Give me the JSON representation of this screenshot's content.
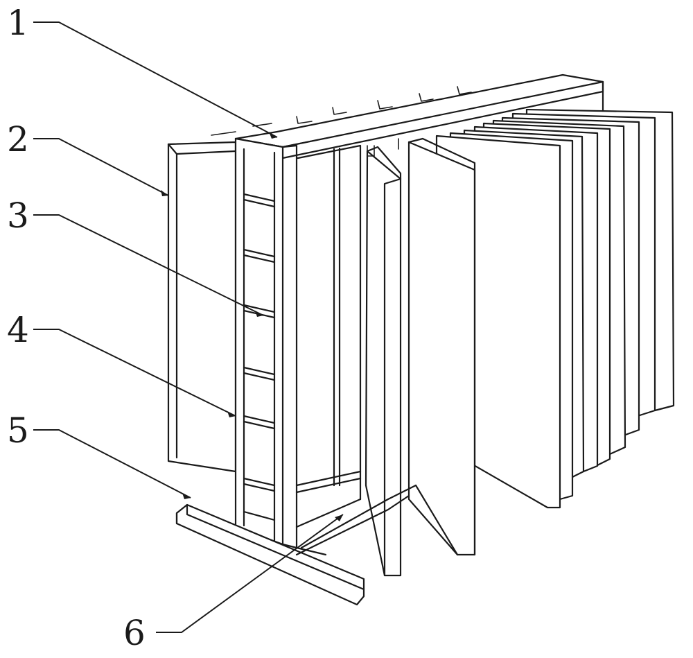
{
  "labels": [
    {
      "id": "1",
      "text": "1"
    },
    {
      "id": "2",
      "text": "2"
    },
    {
      "id": "3",
      "text": "3"
    },
    {
      "id": "4",
      "text": "4"
    },
    {
      "id": "5",
      "text": "5"
    },
    {
      "id": "6",
      "text": "6"
    }
  ],
  "colors": {
    "line": "#1a1a1a",
    "background": "#ffffff"
  }
}
